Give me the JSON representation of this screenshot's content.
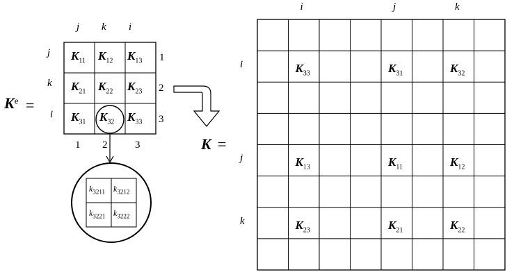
{
  "element_matrix": {
    "symbol": "K",
    "superscript": "e",
    "equals": "=",
    "col_labels": [
      "j",
      "k",
      "i"
    ],
    "row_labels": [
      "j",
      "k",
      "i"
    ],
    "right_numbers": [
      "1",
      "2",
      "3"
    ],
    "bottom_numbers": [
      "1",
      "2",
      "3"
    ],
    "cells": [
      [
        {
          "base": "K",
          "sub": "11"
        },
        {
          "base": "K",
          "sub": "12"
        },
        {
          "base": "K",
          "sub": "13"
        }
      ],
      [
        {
          "base": "K",
          "sub": "21"
        },
        {
          "base": "K",
          "sub": "22"
        },
        {
          "base": "K",
          "sub": "23"
        }
      ],
      [
        {
          "base": "K",
          "sub": "31"
        },
        {
          "base": "K",
          "sub": "32"
        },
        {
          "base": "K",
          "sub": "33"
        }
      ]
    ]
  },
  "zoom": {
    "cells": [
      [
        {
          "base": "k",
          "sub": "3211"
        },
        {
          "base": "k",
          "sub": "3212"
        }
      ],
      [
        {
          "base": "k",
          "sub": "3221"
        },
        {
          "base": "k",
          "sub": "3222"
        }
      ]
    ]
  },
  "global_matrix": {
    "symbol": "K",
    "equals": "=",
    "col_labels": [
      {
        "text": "i",
        "col": 1
      },
      {
        "text": "j",
        "col": 4
      },
      {
        "text": "k",
        "col": 6
      }
    ],
    "row_labels": [
      {
        "text": "i",
        "row": 1
      },
      {
        "text": "j",
        "row": 4
      },
      {
        "text": "k",
        "row": 6
      }
    ],
    "placed": [
      {
        "row": 1,
        "col": 1,
        "base": "K",
        "sub": "33"
      },
      {
        "row": 1,
        "col": 4,
        "base": "K",
        "sub": "31"
      },
      {
        "row": 1,
        "col": 6,
        "base": "K",
        "sub": "32"
      },
      {
        "row": 4,
        "col": 1,
        "base": "K",
        "sub": "13"
      },
      {
        "row": 4,
        "col": 4,
        "base": "K",
        "sub": "11"
      },
      {
        "row": 4,
        "col": 6,
        "base": "K",
        "sub": "12"
      },
      {
        "row": 6,
        "col": 1,
        "base": "K",
        "sub": "23"
      },
      {
        "row": 6,
        "col": 4,
        "base": "K",
        "sub": "21"
      },
      {
        "row": 6,
        "col": 6,
        "base": "K",
        "sub": "22"
      }
    ]
  }
}
